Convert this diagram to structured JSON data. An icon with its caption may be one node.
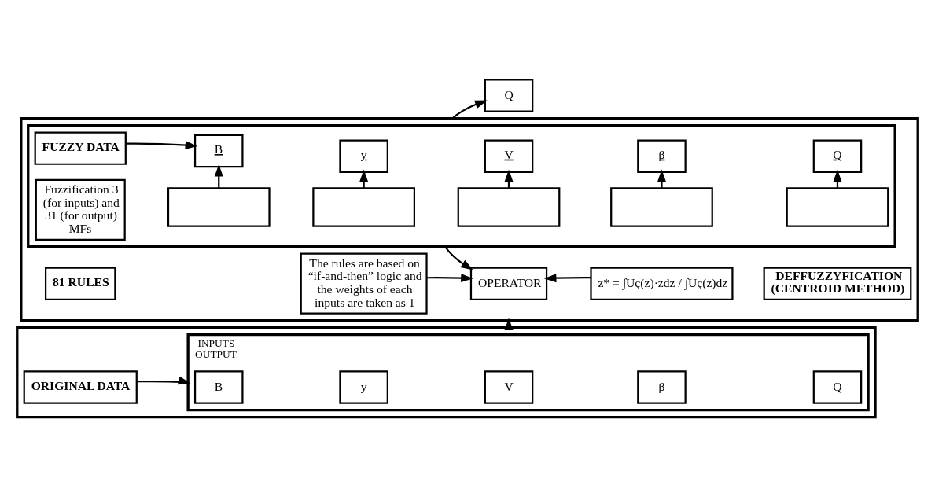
{
  "diagram": {
    "nodes": [
      {
        "text": [],
        "shape": "box"
      },
      {
        "text": [
          "ORIGINAL DATA"
        ],
        "in": 0
      },
      {
        "text": [
          "INPUTS",
          "OUTPUT"
        ],
        "in": 0
      },
      {
        "text": [
          "B"
        ],
        "in": 2
      },
      {
        "text": [
          "y"
        ],
        "in": 2
      },
      {
        "text": [
          "V"
        ],
        "in": 2
      },
      {
        "text": [
          "β"
        ],
        "in": 2
      },
      {
        "text": [
          "Q"
        ],
        "in": 2
      },
      {
        "text": [],
        "shape": "box"
      },
      {
        "text": [],
        "shape": "box",
        "in": 8
      },
      {
        "text": [
          "Fuzzification 3 (for inputs) and 31 (for output) MFs"
        ],
        "in": 9
      },
      {
        "text": [
          "FUZZY DATA"
        ],
        "in": 9
      },
      {
        "text": [],
        "shape": "box",
        "in": 9
      },
      {
        "text": [],
        "shape": "box",
        "in": 9
      },
      {
        "text": [],
        "shape": "box",
        "in": 9
      },
      {
        "text": [],
        "shape": "box",
        "in": 9
      },
      {
        "text": [],
        "shape": "box",
        "in": 9
      },
      {
        "text": [
          "B"
        ],
        "in": 9
      },
      {
        "text": [
          "y"
        ],
        "in": 9
      },
      {
        "text": [
          "V"
        ],
        "in": 9
      },
      {
        "text": [
          "β"
        ],
        "in": 9
      },
      {
        "text": [
          "Q"
        ],
        "in": 9
      },
      {
        "text": [
          "81 RULES"
        ],
        "in": 8
      },
      {
        "text": [
          "The rules are based on “if-and-then” logic and the weights of each inputs are taken as 1"
        ],
        "in": 8
      },
      {
        "text": [
          "OPERATOR"
        ],
        "in": 8
      },
      {
        "text": [
          "z* = ∫Ūç(z)·zdz / ∫Ūç(z)dz"
        ],
        "in": 8
      },
      {
        "text": [
          "DEFFUZZYFICATION (CENTROID METHOD)"
        ],
        "in": 8
      },
      {
        "text": [
          "Q"
        ]
      }
    ],
    "edges": [
      {
        "from": 1,
        "to": 2,
        "arrow": "to"
      },
      {
        "from": 0,
        "to": 8,
        "arrow": "to"
      },
      {
        "from": 11,
        "to": 17,
        "arrow": "to"
      },
      {
        "from": 12,
        "to": 17,
        "arrow": "to"
      },
      {
        "from": 13,
        "to": 18,
        "arrow": "to"
      },
      {
        "from": 14,
        "to": 19,
        "arrow": "to"
      },
      {
        "from": 15,
        "to": 20,
        "arrow": "to"
      },
      {
        "from": 16,
        "to": 21,
        "arrow": "to"
      },
      {
        "from": 9,
        "to": 24,
        "arrow": "to"
      },
      {
        "from": 23,
        "to": 24,
        "arrow": "to"
      },
      {
        "from": 25,
        "to": 24,
        "arrow": "to"
      },
      {
        "from": 8,
        "to": 27,
        "arrow": "to"
      }
    ]
  }
}
